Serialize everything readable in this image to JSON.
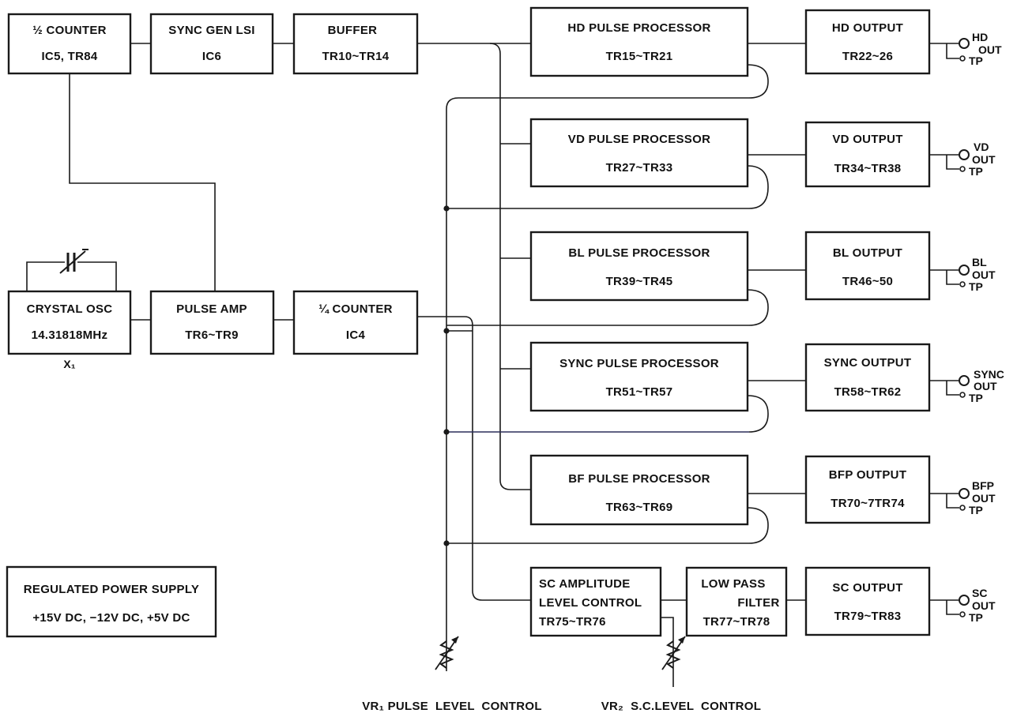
{
  "blocks": {
    "counter_half": {
      "line1": "½ COUNTER",
      "line2": "IC5, TR84"
    },
    "sync_gen": {
      "line1": "SYNC GEN LSI",
      "line2": "IC6"
    },
    "buffer": {
      "line1": "BUFFER",
      "line2": "TR10~TR14"
    },
    "crystal_osc": {
      "line1": "CRYSTAL OSC",
      "line2": "14.31818MHz",
      "ref": "X₁"
    },
    "pulse_amp": {
      "line1": "PULSE AMP",
      "line2": "TR6~TR9"
    },
    "counter_quarter": {
      "line1": "¼ COUNTER",
      "line2": "IC4"
    },
    "power_supply": {
      "line1": "REGULATED POWER SUPPLY",
      "line2": "+15V DC, −12V DC, +5V DC"
    },
    "hd_proc": {
      "line1": "HD PULSE PROCESSOR",
      "line2": "TR15~TR21"
    },
    "vd_proc": {
      "line1": "VD PULSE PROCESSOR",
      "line2": "TR27~TR33"
    },
    "bl_proc": {
      "line1": "BL PULSE PROCESSOR",
      "line2": "TR39~TR45"
    },
    "sync_proc": {
      "line1": "SYNC PULSE PROCESSOR",
      "line2": "TR51~TR57"
    },
    "bf_proc": {
      "line1": "BF PULSE PROCESSOR",
      "line2": "TR63~TR69"
    },
    "sc_amp": {
      "line1": "SC AMPLITUDE",
      "line2": "LEVEL CONTROL",
      "line3": "TR75~TR76"
    },
    "lpf": {
      "line1": "LOW PASS",
      "line2": "FILTER",
      "line3": "TR77~TR78"
    },
    "hd_out": {
      "line1": "HD OUTPUT",
      "line2": "TR22~26"
    },
    "vd_out": {
      "line1": "VD OUTPUT",
      "line2": "TR34~TR38"
    },
    "bl_out": {
      "line1": "BL OUTPUT",
      "line2": "TR46~50"
    },
    "sync_out": {
      "line1": "SYNC OUTPUT",
      "line2": "TR58~TR62"
    },
    "bfp_out": {
      "line1": "BFP OUTPUT",
      "line2": "TR70~7TR74"
    },
    "sc_out": {
      "line1": "SC OUTPUT",
      "line2": "TR79~TR83"
    }
  },
  "terminals": {
    "hd": {
      "name": "HD",
      "out": "OUT",
      "tp": "TP"
    },
    "vd": {
      "name": "VD",
      "out": "OUT",
      "tp": "TP"
    },
    "bl": {
      "name": "BL",
      "out": "OUT",
      "tp": "TP"
    },
    "sync": {
      "name": "SYNC",
      "out": "OUT",
      "tp": "TP"
    },
    "bfp": {
      "name": "BFP",
      "out": "OUT",
      "tp": "TP"
    },
    "sc": {
      "name": "SC",
      "out": "OUT",
      "tp": "TP"
    }
  },
  "controls": {
    "vr1": "VR₁ PULSE  LEVEL  CONTROL",
    "vr2": "VR₂  S.C.LEVEL  CONTROL"
  }
}
